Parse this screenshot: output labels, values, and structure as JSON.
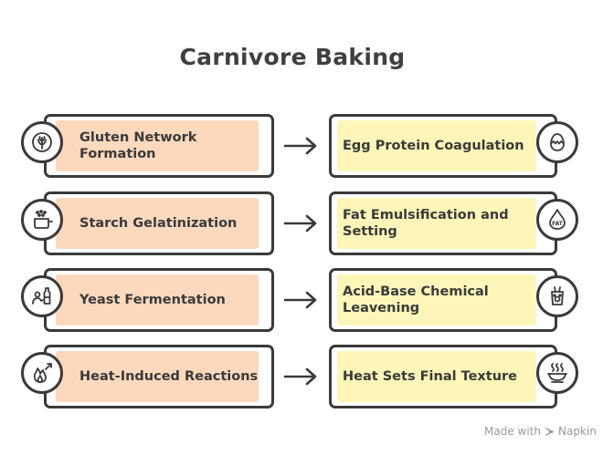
{
  "title": "Carnivore Baking",
  "rows": [
    {
      "left": "Gluten Network Formation",
      "right": "Egg Protein Coagulation"
    },
    {
      "left": "Starch Gelatinization",
      "right": "Fat Emulsification and Setting"
    },
    {
      "left": "Yeast Fermentation",
      "right": "Acid-Base Chemical Leavening"
    },
    {
      "left": "Heat-Induced Reactions",
      "right": "Heat Sets Final Texture"
    }
  ],
  "icons": {
    "left": [
      "wheat-icon",
      "pot-steam-icon",
      "person-bottle-icon",
      "flame-arrow-icon"
    ],
    "right": [
      "egg-icon",
      "fat-drop-icon",
      "chemistry-glass-icon",
      "steaming-bowl-icon"
    ],
    "fat_label": "FAT"
  },
  "footer": {
    "made_with": "Made with",
    "brand": "Napkin"
  },
  "colors": {
    "left_fill": "#fcd9bd",
    "right_fill": "#fdf6b8",
    "outline": "#3a3a3a"
  }
}
